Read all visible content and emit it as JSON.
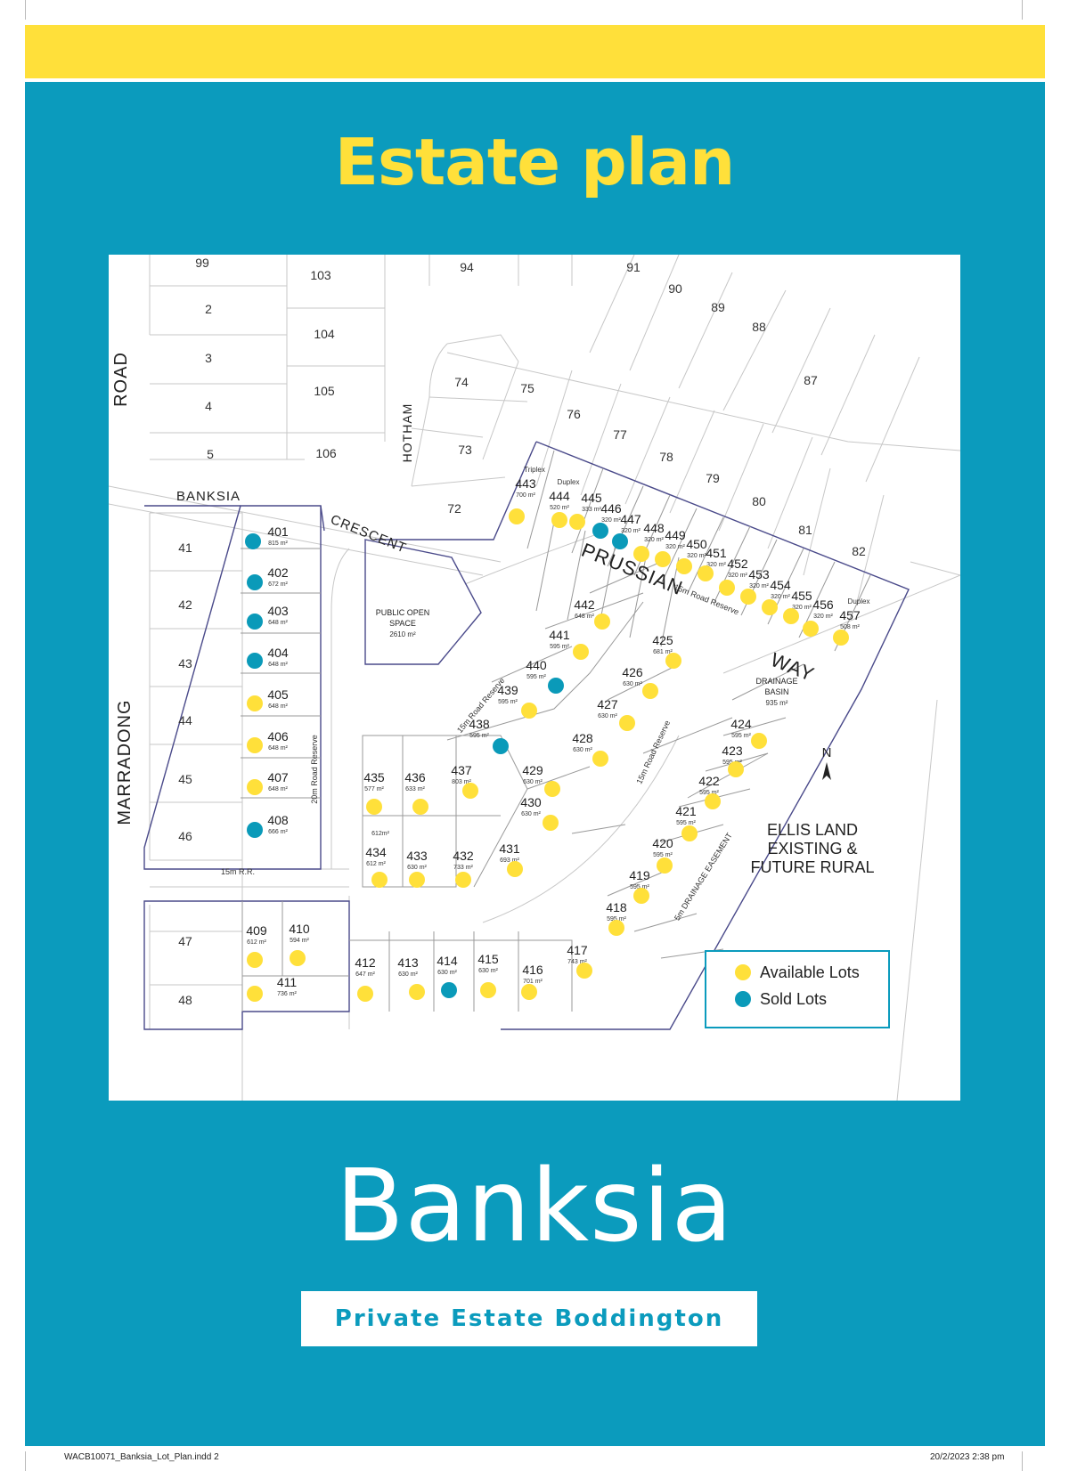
{
  "title": "Estate plan",
  "brand": "Banksia",
  "tagline": "Private Estate Boddington",
  "footer": {
    "left": "WACB10071_Banksia_Lot_Plan.indd   2",
    "right": "20/2/2023   2:38 pm"
  },
  "colors": {
    "yellow": "#ffe03a",
    "blue": "#0b9bbd",
    "sold": "#0a9ab9"
  },
  "legend": [
    {
      "label": "Available Lots",
      "status": "available"
    },
    {
      "label": "Sold Lots",
      "status": "sold"
    }
  ],
  "north": "N",
  "streets": [
    "ROAD",
    "BANKSIA",
    "CRESCENT",
    "HOTHAM",
    "PRUSSIAN",
    "WAY",
    "MARRADONG"
  ],
  "reserves": [
    "15m Road Reserve",
    "15m Road Reserve",
    "15m Road Reserve",
    "15m R.R.",
    "20m Road Reserve",
    "5m DRAINAGE EASEMENT"
  ],
  "areas": [
    {
      "lines": [
        "PUBLIC OPEN",
        "SPACE"
      ],
      "size": "2610 m²"
    },
    {
      "lines": [
        "DRAINAGE",
        "BASIN"
      ],
      "size": "935 m²"
    },
    {
      "lines": [
        "ELLIS LAND",
        "EXISTING &",
        "FUTURE RURAL"
      ]
    }
  ],
  "neighbour_lots": [
    "99",
    "2",
    "3",
    "4",
    "5",
    "103",
    "104",
    "105",
    "106",
    "94",
    "91",
    "90",
    "89",
    "88",
    "87",
    "74",
    "75",
    "76",
    "77",
    "78",
    "79",
    "80",
    "81",
    "82",
    "73",
    "72",
    "41",
    "42",
    "43",
    "44",
    "45",
    "46",
    "47",
    "48"
  ],
  "lots": [
    {
      "id": "401",
      "area": "815 m²",
      "status": "sold"
    },
    {
      "id": "402",
      "area": "672 m²",
      "status": "sold"
    },
    {
      "id": "403",
      "area": "648 m²",
      "status": "sold"
    },
    {
      "id": "404",
      "area": "648 m²",
      "status": "sold"
    },
    {
      "id": "405",
      "area": "648 m²",
      "status": "available"
    },
    {
      "id": "406",
      "area": "648 m²",
      "status": "available"
    },
    {
      "id": "407",
      "area": "648 m²",
      "status": "available"
    },
    {
      "id": "408",
      "area": "666 m²",
      "status": "sold"
    },
    {
      "id": "409",
      "area": "612 m²",
      "status": "available"
    },
    {
      "id": "410",
      "area": "594 m²",
      "status": "available"
    },
    {
      "id": "411",
      "area": "736 m²",
      "status": "available"
    },
    {
      "id": "412",
      "area": "647 m²",
      "status": "available"
    },
    {
      "id": "413",
      "area": "630 m²",
      "status": "available"
    },
    {
      "id": "414",
      "area": "630 m²",
      "status": "sold"
    },
    {
      "id": "415",
      "area": "630 m²",
      "status": "available"
    },
    {
      "id": "416",
      "area": "701 m²",
      "status": "available"
    },
    {
      "id": "417",
      "area": "743 m²",
      "status": "available"
    },
    {
      "id": "418",
      "area": "595 m²",
      "status": "available"
    },
    {
      "id": "419",
      "area": "595 m²",
      "status": "available"
    },
    {
      "id": "420",
      "area": "595 m²",
      "status": "available"
    },
    {
      "id": "421",
      "area": "595 m²",
      "status": "available"
    },
    {
      "id": "422",
      "area": "595 m²",
      "status": "available"
    },
    {
      "id": "423",
      "area": "595 m²",
      "status": "available"
    },
    {
      "id": "424",
      "area": "595 m²",
      "status": "available"
    },
    {
      "id": "425",
      "area": "681 m²",
      "status": "available"
    },
    {
      "id": "426",
      "area": "630 m²",
      "status": "available"
    },
    {
      "id": "427",
      "area": "630 m²",
      "status": "available"
    },
    {
      "id": "428",
      "area": "630 m²",
      "status": "available"
    },
    {
      "id": "429",
      "area": "630 m²",
      "status": "available"
    },
    {
      "id": "430",
      "area": "630 m²",
      "status": "available"
    },
    {
      "id": "431",
      "area": "693 m²",
      "status": "available"
    },
    {
      "id": "432",
      "area": "733 m²",
      "status": "available"
    },
    {
      "id": "433",
      "area": "630 m²",
      "status": "available"
    },
    {
      "id": "434",
      "area": "612 m²",
      "status": "available"
    },
    {
      "id": "435",
      "area": "577 m²",
      "status": "available"
    },
    {
      "id": "436",
      "area": "633 m²",
      "status": "available"
    },
    {
      "id": "437",
      "area": "803 m²",
      "status": "available"
    },
    {
      "id": "438",
      "area": "595 m²",
      "status": "sold"
    },
    {
      "id": "439",
      "area": "595 m²",
      "status": "available"
    },
    {
      "id": "440",
      "area": "595 m²",
      "status": "sold"
    },
    {
      "id": "441",
      "area": "595 m²",
      "status": "available"
    },
    {
      "id": "442",
      "area": "648 m²",
      "status": "available"
    },
    {
      "id": "443",
      "area": "700 m²",
      "status": "available",
      "note": "Triplex"
    },
    {
      "id": "444",
      "area": "520 m²",
      "status": "available",
      "note": "Duplex"
    },
    {
      "id": "445",
      "area": "333 m²",
      "status": "available"
    },
    {
      "id": "446",
      "area": "320 m²",
      "status": "sold"
    },
    {
      "id": "447",
      "area": "320 m²",
      "status": "sold"
    },
    {
      "id": "448",
      "area": "320 m²",
      "status": "available"
    },
    {
      "id": "449",
      "area": "320 m²",
      "status": "available"
    },
    {
      "id": "450",
      "area": "320 m²",
      "status": "available"
    },
    {
      "id": "451",
      "area": "320 m²",
      "status": "available"
    },
    {
      "id": "452",
      "area": "320 m²",
      "status": "available"
    },
    {
      "id": "453",
      "area": "320 m²",
      "status": "available"
    },
    {
      "id": "454",
      "area": "320 m²",
      "status": "available"
    },
    {
      "id": "455",
      "area": "320 m²",
      "status": "available"
    },
    {
      "id": "456",
      "area": "320 m²",
      "status": "available"
    },
    {
      "id": "457",
      "area": "508 m²",
      "status": "available",
      "note": "Duplex"
    }
  ],
  "extra_area_label": "612m²"
}
